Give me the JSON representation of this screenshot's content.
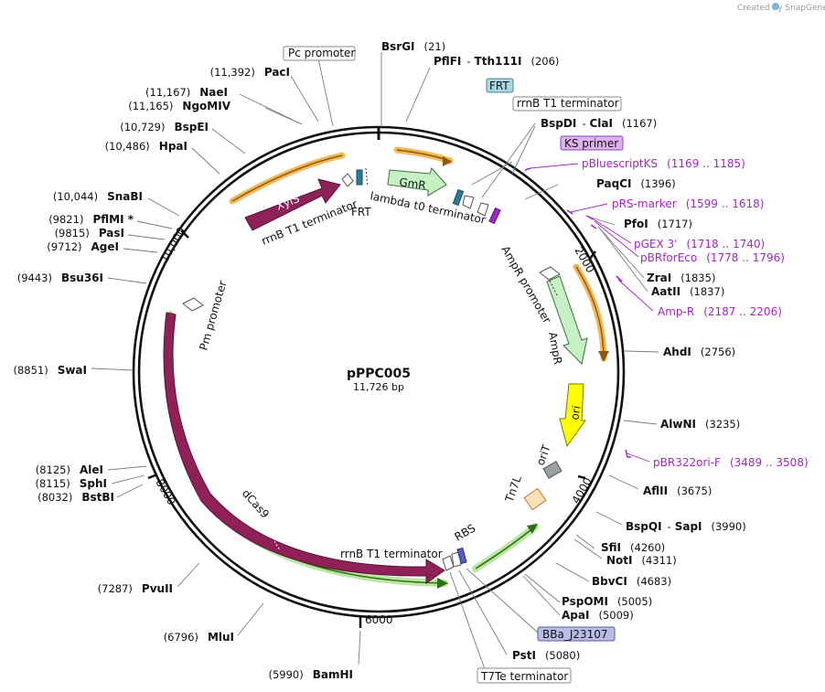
{
  "plasmid": {
    "name": "pPPC005",
    "length_label": "11,726 bp"
  },
  "credit": "Created by SnapGene",
  "colors": {
    "backbone": "#111111",
    "primer": "#a425c9",
    "xylS": "#8e2158",
    "dcas9": "#8e2158",
    "gmR": "#c6f1c5",
    "ampR": "#c6f1c5",
    "ori": "#ffff00",
    "orange_arc": "#f0a01e",
    "green_arc": "#55b629",
    "frt_box": "#a9d7e0",
    "ks_box": "#dcb3ef",
    "bba_box": "#b9bde6"
  },
  "ticks": [
    {
      "label": "2000"
    },
    {
      "label": "4000"
    },
    {
      "label": "6000"
    },
    {
      "label": "8000"
    },
    {
      "label": "10,000"
    }
  ],
  "sites": [
    {
      "name": "BsrGI",
      "pos": "(21)"
    },
    {
      "name": "PflFI",
      "sep": "-",
      "name2": "Tth111I",
      "pos": "(206)"
    },
    {
      "name": "BspDI",
      "sep": "-",
      "name2": "ClaI",
      "pos": "(1167)"
    },
    {
      "name": "PaqCI",
      "pos": "(1396)"
    },
    {
      "name": "PfoI",
      "pos": "(1717)"
    },
    {
      "name": "ZraI",
      "pos": "(1835)"
    },
    {
      "name": "AatII",
      "pos": "(1837)"
    },
    {
      "name": "AhdI",
      "pos": "(2756)"
    },
    {
      "name": "AlwNI",
      "pos": "(3235)"
    },
    {
      "name": "AflII",
      "pos": "(3675)"
    },
    {
      "name": "BspQI",
      "sep": "-",
      "name2": "SapI",
      "pos": "(3990)"
    },
    {
      "name": "SfiI",
      "pos": "(4260)"
    },
    {
      "name": "NotI",
      "pos": "(4311)"
    },
    {
      "name": "BbvCI",
      "pos": "(4683)"
    },
    {
      "name": "PspOMI",
      "pos": "(5005)"
    },
    {
      "name": "ApaI",
      "pos": "(5009)"
    },
    {
      "name": "PstI",
      "pos": "(5080)"
    },
    {
      "name": "BamHI",
      "pos": "(5990)"
    },
    {
      "name": "MluI",
      "pos": "(6796)"
    },
    {
      "name": "PvuII",
      "pos": "(7287)"
    },
    {
      "name": "BstBI",
      "pos": "(8032)"
    },
    {
      "name": "SphI",
      "pos": "(8115)"
    },
    {
      "name": "AleI",
      "pos": "(8125)"
    },
    {
      "name": "SwaI",
      "pos": "(8851)"
    },
    {
      "name": "Bsu36I",
      "pos": "(9443)"
    },
    {
      "name": "AgeI",
      "pos": "(9712)"
    },
    {
      "name": "PasI",
      "pos": "(9815)"
    },
    {
      "name": "PflMI *",
      "pos": "(9821)"
    },
    {
      "name": "SnaBI",
      "pos": "(10,044)"
    },
    {
      "name": "HpaI",
      "pos": "(10,486)"
    },
    {
      "name": "BspEI",
      "pos": "(10,729)"
    },
    {
      "name": "NgoMIV",
      "pos": "(11,165)"
    },
    {
      "name": "NaeI",
      "pos": "(11,167)"
    },
    {
      "name": "PacI",
      "pos": "(11,392)"
    }
  ],
  "primers": [
    {
      "name": "pBluescriptKS",
      "range": "(1169 .. 1185)"
    },
    {
      "name": "pRS-marker",
      "range": "(1599 .. 1618)"
    },
    {
      "name": "pGEX 3'",
      "range": "(1718 .. 1740)"
    },
    {
      "name": "pBRforEco",
      "range": "(1778 .. 1796)"
    },
    {
      "name": "Amp-R",
      "range": "(2187 .. 2206)"
    },
    {
      "name": "pBR322ori-F",
      "range": "(3489 .. 3508)"
    }
  ],
  "boxed_labels": [
    {
      "text": "Pc promoter"
    },
    {
      "text": "FRT"
    },
    {
      "text": "rrnB T1 terminator"
    },
    {
      "text": "KS primer"
    },
    {
      "text": "BBa_J23107"
    },
    {
      "text": "T7Te terminator"
    }
  ],
  "features": [
    {
      "name": "XylS"
    },
    {
      "name": "GmR"
    },
    {
      "name": "AmpR"
    },
    {
      "name": "ori"
    },
    {
      "name": "dCas9"
    },
    {
      "name": "rrnB T1 terminator"
    },
    {
      "name": "FRT"
    },
    {
      "name": "lambda t0 terminator"
    },
    {
      "name": "AmpR promoter"
    },
    {
      "name": "oriT"
    },
    {
      "name": "Tn7L"
    },
    {
      "name": "Pm promoter"
    },
    {
      "name": "rrnB T1 terminator"
    },
    {
      "name": "RBS"
    }
  ]
}
